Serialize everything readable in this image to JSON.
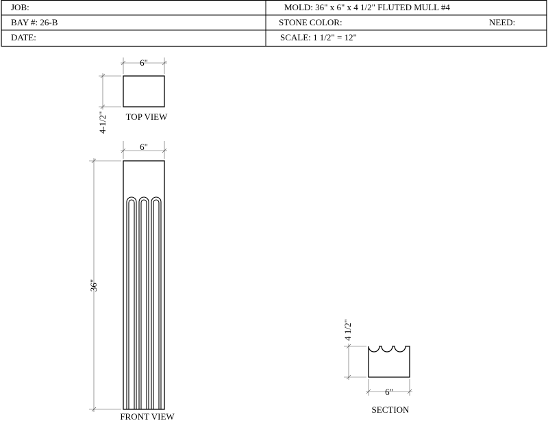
{
  "title_block": {
    "job": "JOB:",
    "mold": "MOLD: 36\" x 6\" x 4 1/2\" FLUTED MULL #4",
    "bay": "BAY #: 26-B",
    "stone_color": "STONE COLOR:",
    "need": "NEED:",
    "date": "DATE:",
    "scale": "SCALE:  1 1/2\" = 12\""
  },
  "top_view": {
    "width_dim": "6\"",
    "depth_dim": "4-1/2\"",
    "label": "TOP VIEW"
  },
  "front_view": {
    "width_dim": "6\"",
    "height_dim": "36\"",
    "label": "FRONT VIEW",
    "flute_count": 3
  },
  "section": {
    "height_dim": "4 1/2\"",
    "width_dim": "6\"",
    "label": "SECTION"
  }
}
